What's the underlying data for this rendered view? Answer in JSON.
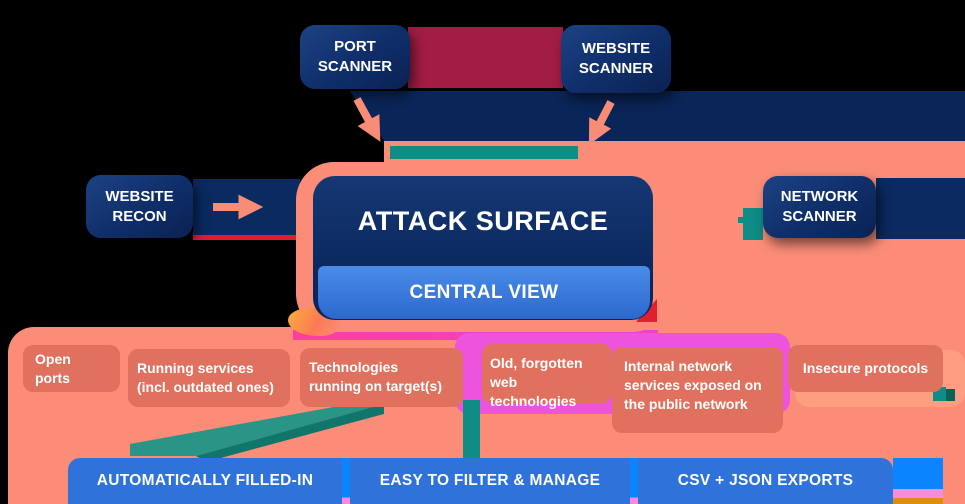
{
  "diagram": {
    "central": {
      "title": "ATTACK SURFACE",
      "subtitle": "CENTRAL VIEW"
    },
    "tools": {
      "port_scanner": "PORT SCANNER",
      "website_scanner": "WEBSITE SCANNER",
      "website_recon": "WEBSITE RECON",
      "network_scanner": "NETWORK SCANNER"
    },
    "findings": [
      "Open ports",
      "Running services (incl. outdated ones)",
      "Technologies running on target(s)",
      "Old, forgotten web technologies",
      "Internal network services exposed on the public network",
      "Insecure protocols"
    ],
    "footer": [
      "AUTOMATICALLY FILLED-IN",
      "EASY TO FILTER & MANAGE",
      "CSV + JSON EXPORTS"
    ],
    "colors": {
      "background": "#000000",
      "navy_band": "#0a2557",
      "node_navy": "#0f2e69",
      "crimson": "#a31c45",
      "salmon": "#fb8d78",
      "salmon_dark_box": "#e0715e",
      "teal": "#0e8c86",
      "teal_dark": "#0b6157",
      "blue_bar": "#2f72da",
      "bright_blue": "#0a84ff",
      "central_blue": "#3a7de0",
      "magenta": "#ee53dd",
      "hot_pink": "#fb3fa0",
      "edge_pink": "#fb8adf",
      "edge_orange": "#dd8d12",
      "red_accent": "#e01e2f",
      "arrow_salmon": "#f78d77"
    }
  }
}
